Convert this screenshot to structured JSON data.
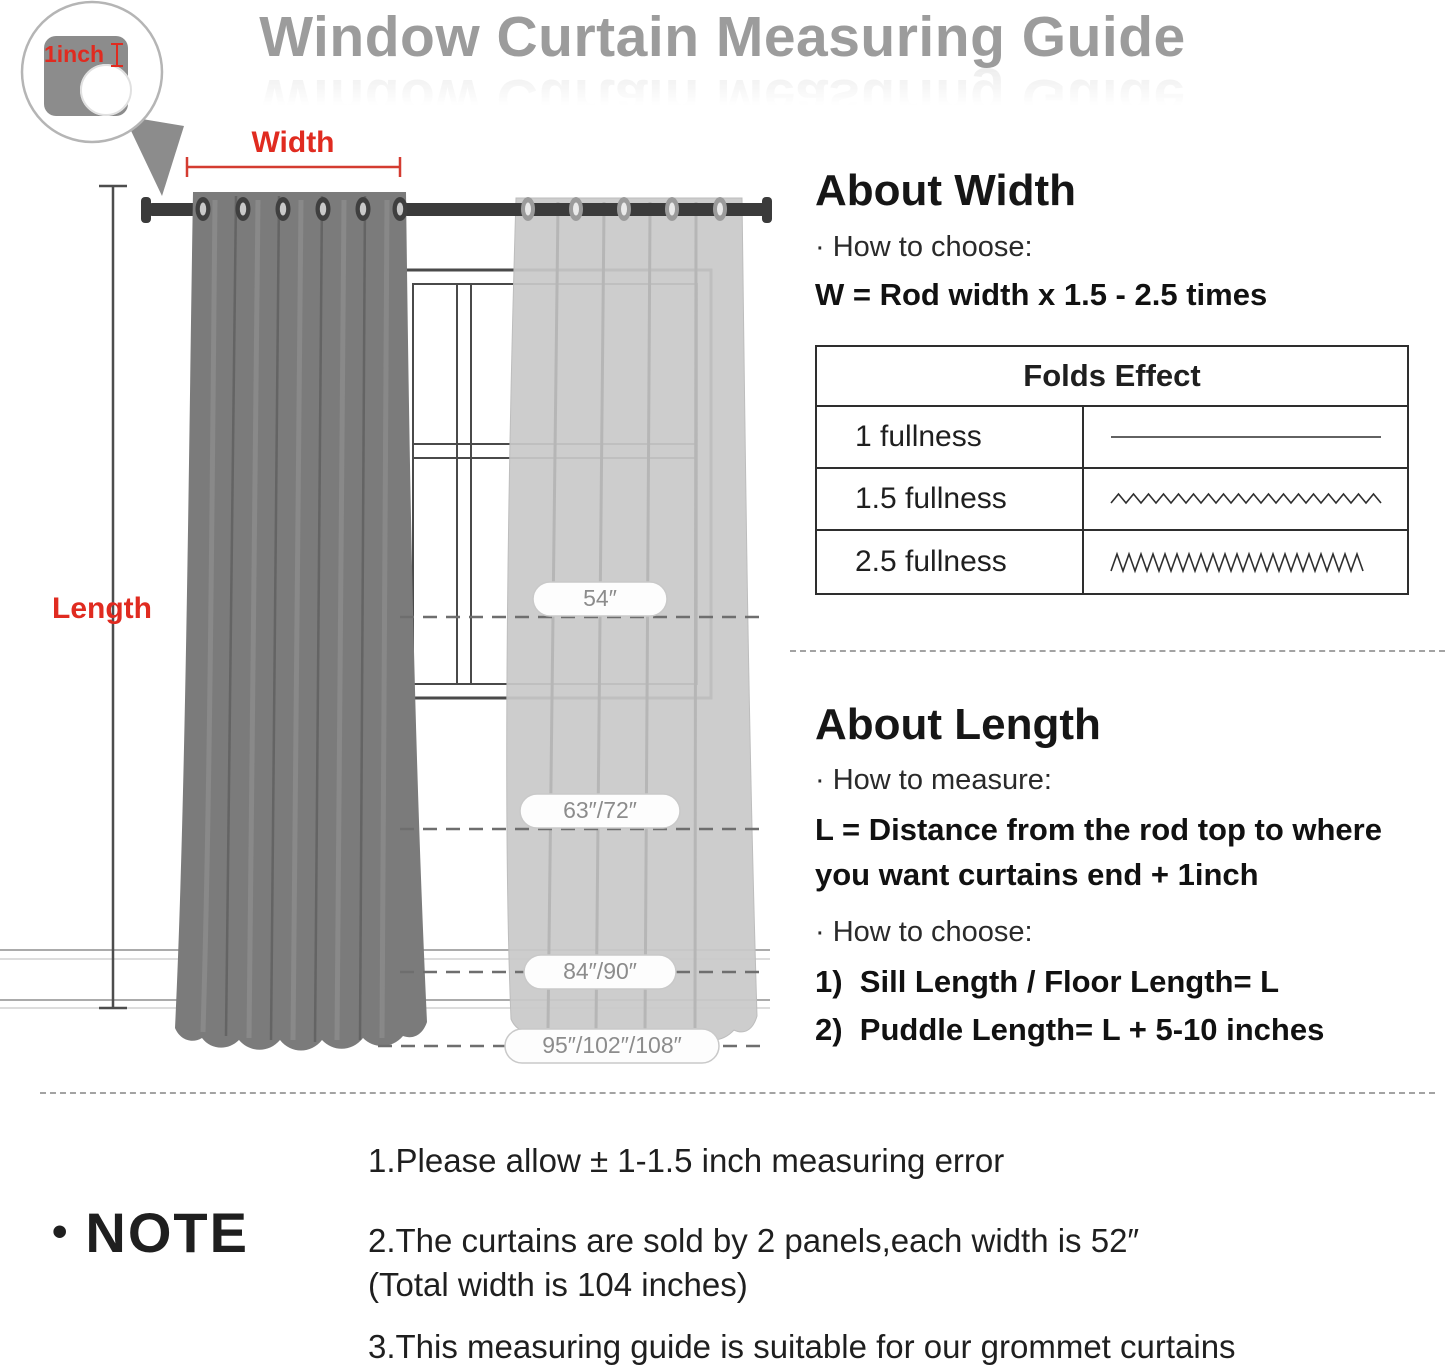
{
  "title": "Window Curtain Measuring Guide",
  "diagram": {
    "tape_label": "1inch",
    "width_label": "Width",
    "length_label": "Length",
    "size_markers": [
      "54″",
      "63″/72″",
      "84″/90″",
      "95″/102″/108″"
    ]
  },
  "about_width": {
    "heading": "About Width",
    "choose_label": "· How to choose:",
    "formula": "W = Rod width x 1.5 - 2.5 times",
    "table": {
      "header": "Folds Effect",
      "rows": [
        {
          "label": "1 fullness",
          "wave": "straight-line"
        },
        {
          "label": "1.5 fullness",
          "wave": "medium-zigzag"
        },
        {
          "label": "2.5 fullness",
          "wave": "dense-zigzag"
        }
      ]
    }
  },
  "about_length": {
    "heading": "About Length",
    "measure_label": "· How to measure:",
    "formula": "L = Distance from the rod top to where you want curtains end + 1inch",
    "choose_label": "· How to choose:",
    "options": [
      "1)  Sill Length / Floor Length= L",
      "2)  Puddle Length= L + 5-10 inches"
    ]
  },
  "note": {
    "bullet": "•",
    "label": "NOTE",
    "items": [
      "1.Please allow ± 1-1.5 inch measuring error",
      "2.The curtains are sold by 2 panels,each width is 52″",
      "(Total width is 104 inches)",
      "3.This measuring guide is suitable for our grommet curtains"
    ]
  }
}
